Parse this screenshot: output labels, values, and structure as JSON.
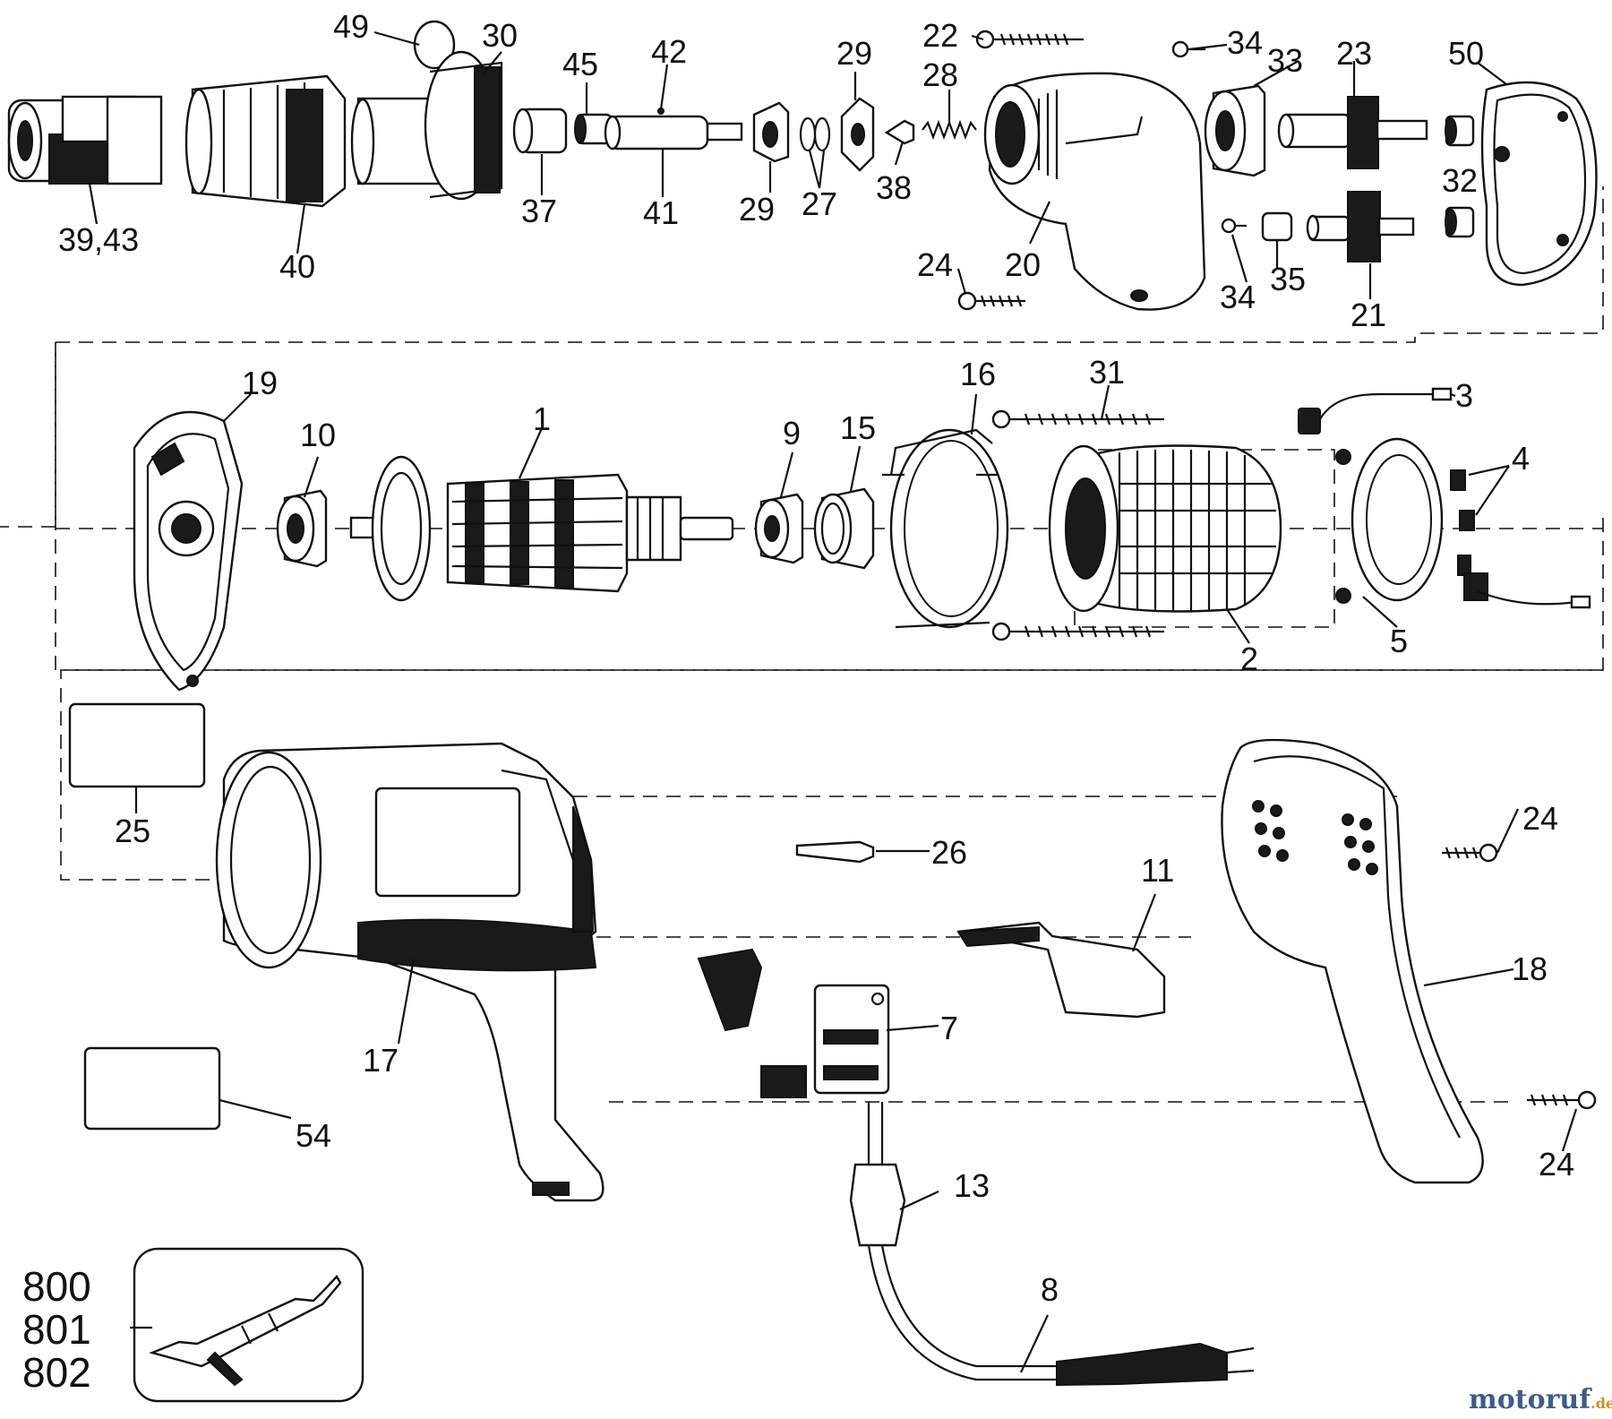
{
  "callouts": {
    "c39_43": "39,43",
    "c40": "40",
    "c49": "49",
    "c30": "30",
    "c45": "45",
    "c37": "37",
    "c42": "42",
    "c41": "41",
    "c29a": "29",
    "c29b": "29",
    "c27": "27",
    "c38": "38",
    "c28": "28",
    "c22": "22",
    "c24a": "24",
    "c20": "20",
    "c34a": "34",
    "c33": "33",
    "c23": "23",
    "c50": "50",
    "c32": "32",
    "c34b": "34",
    "c35": "35",
    "c21": "21",
    "c19": "19",
    "c10": "10",
    "c1": "1",
    "c9": "9",
    "c15": "15",
    "c16": "16",
    "c31": "31",
    "c3": "3",
    "c4": "4",
    "c5": "5",
    "c2": "2",
    "c25": "25",
    "c26": "26",
    "c11": "11",
    "c24b": "24",
    "c18": "18",
    "c7": "7",
    "c17": "17",
    "c54": "54",
    "c24c": "24",
    "c13": "13",
    "c8": "8",
    "c800": "800",
    "c801": "801",
    "c802": "802"
  },
  "watermark": {
    "brand": "motoruf",
    "suffix": ".de",
    "brand_color": "#3f5b86",
    "accent_color": "#d98b1f"
  }
}
